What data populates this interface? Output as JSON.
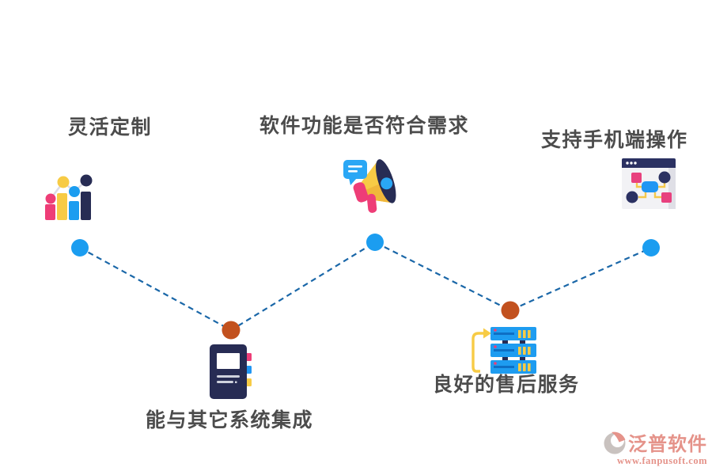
{
  "page": {
    "background": "#ffffff",
    "label_text_color": "#4c4c4c"
  },
  "items": [
    {
      "label": "灵活定制",
      "icon": "bar-chart-icon"
    },
    {
      "label": "软件功能是否符合需求",
      "icon": "megaphone-icon"
    },
    {
      "label": "支持手机端操作",
      "icon": "browser-flowchart-icon"
    },
    {
      "label": "能与其它系统集成",
      "icon": "notebook-icon"
    },
    {
      "label": "良好的售后服务",
      "icon": "server-stack-icon"
    }
  ],
  "connector": {
    "type": "zigzag-dashed",
    "line_color": "#1a67a8",
    "node_colors": [
      "#1b9df0",
      "#c2511e",
      "#1b9df0",
      "#c2511e",
      "#1b9df0"
    ]
  },
  "branding": {
    "logo_text": "泛普软件",
    "website": "www.fanpusoft.com",
    "brand_color": "#e5938a"
  },
  "palette": {
    "pink": "#ee3d77",
    "yellow": "#f7cb45",
    "blue": "#2196f3",
    "light_blue": "#2aa7f5",
    "navy": "#272c54",
    "node_blue": "#1b9df0",
    "node_orange": "#c2511e"
  }
}
